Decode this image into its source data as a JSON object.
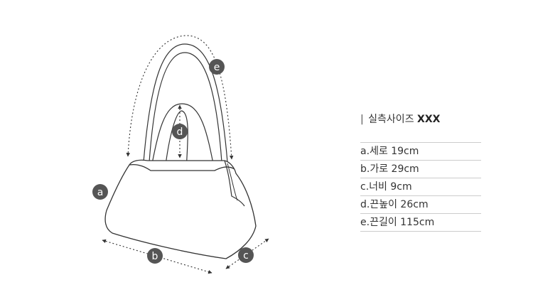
{
  "markers": [
    "a",
    "b",
    "c",
    "d",
    "e"
  ],
  "spec": {
    "bar": "|",
    "title": "실측사이즈",
    "title_strong": "XXX",
    "items": [
      "a.세로 19cm",
      "b.가로 29cm",
      "c.너비 9cm",
      "d.끈높이 26cm",
      "e.끈길이 115cm"
    ]
  },
  "colors": {
    "line": "#333333",
    "marker": "#555555",
    "divider": "#cccccc"
  }
}
